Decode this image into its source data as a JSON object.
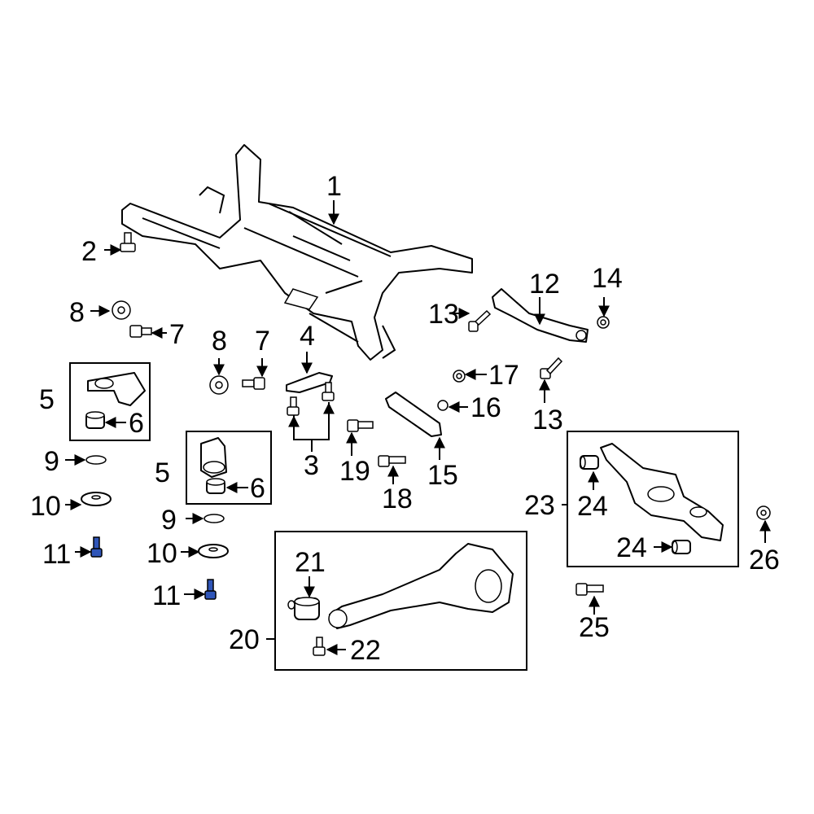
{
  "diagram": {
    "highlight_color": "#2f55b8",
    "callouts": [
      "1",
      "2",
      "3",
      "4",
      "5",
      "6",
      "7",
      "8",
      "9",
      "10",
      "11",
      "12",
      "13",
      "14",
      "15",
      "16",
      "17",
      "18",
      "19",
      "20",
      "21",
      "22",
      "23",
      "24",
      "25",
      "26"
    ]
  }
}
